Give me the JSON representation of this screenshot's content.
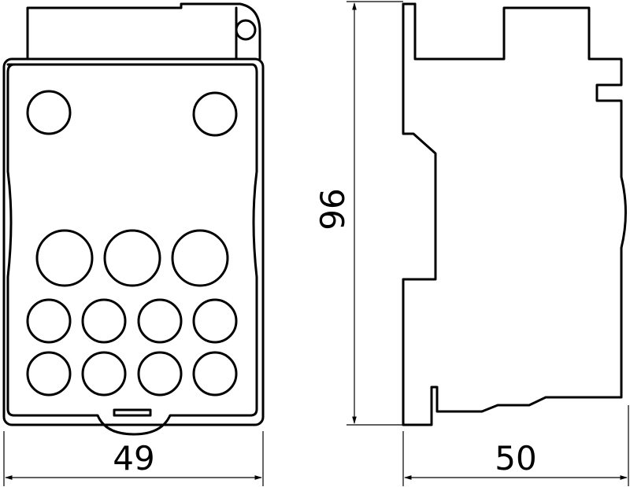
{
  "dimensions": {
    "width": "49",
    "height": "96",
    "depth": "50"
  }
}
